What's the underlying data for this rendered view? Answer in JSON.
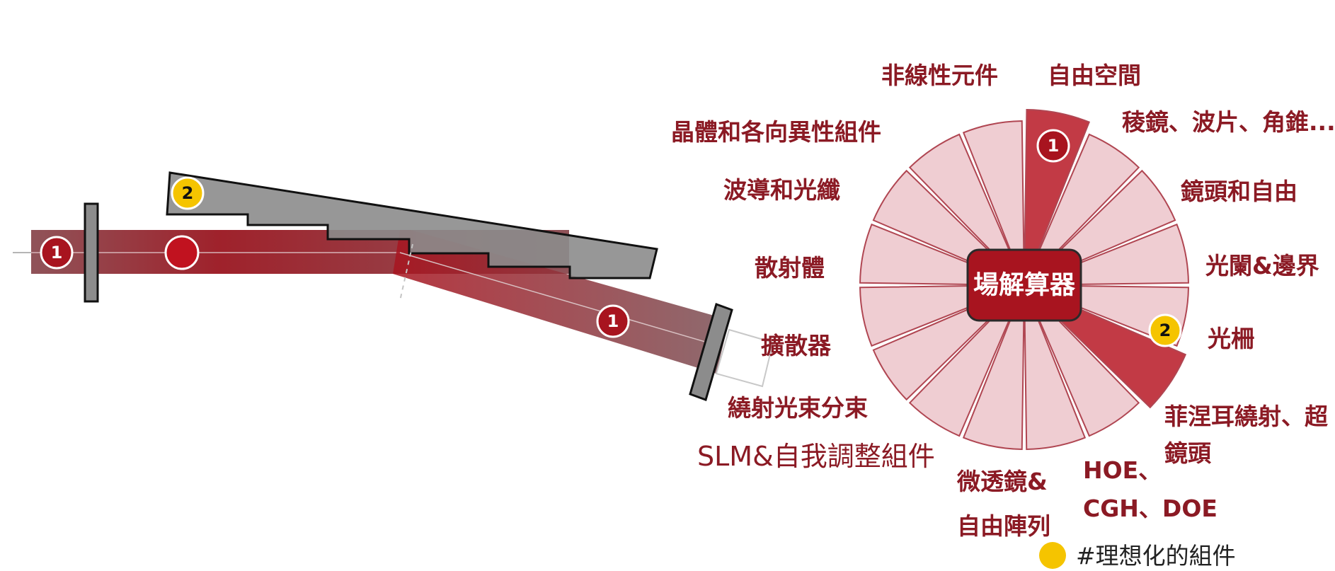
{
  "center_label": "場解算器",
  "wedge_labels": [
    "自由空間",
    "稜鏡、波片、角錐...",
    "鏡頭和自由",
    "光闌&邊界",
    "光柵",
    "菲涅耳繞射、超",
    "鏡頭",
    "HOE、",
    "CGH、DOE",
    "微透鏡&",
    "自由陣列",
    "SLM&自我調整組件",
    "繞射光束分束",
    "擴散器",
    "散射體",
    "波導和光纖",
    "晶體和各向異性組件",
    "非線性元件"
  ],
  "badges": {
    "one": "1",
    "two": "2"
  },
  "legend_text": "#理想化的組件",
  "colors": {
    "dark_red": "#a8141f",
    "highlight_wedge": "#c23a45",
    "light_wedge": "#efcdd2",
    "wedge_stroke": "#b04652",
    "gray_element": "#8c8c8c",
    "ideal_yellow": "#f5c400"
  }
}
